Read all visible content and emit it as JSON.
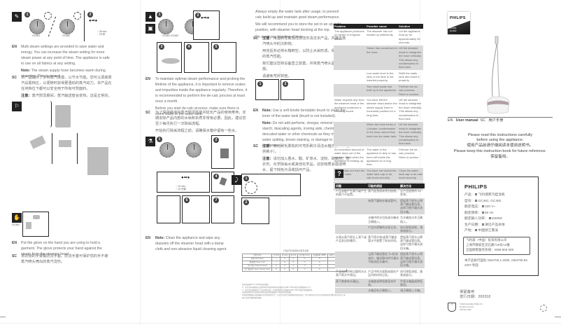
{
  "page1": {
    "step_captions": {
      "model_a": "GC481",
      "model_b": "GC482",
      "timer": "~ 25 sec.",
      "timer_cn": "~ 25 秒"
    },
    "steam_settings": {
      "en_label": "EN",
      "en_text": "Multi steam settings are provided to save water and energy. You can increase the steam setting for more steam power at any point of time. The appliance is safe to use on all fabrics at any setting.",
      "en_note_label": "Note:",
      "en_note": "The steam supply hose becomes warm during steaming. This is normal.",
      "sc_label": "SC",
      "sc_text": "本产品提供了多档蒸汽设置，以节水节能。您可以调高蒸汽设置档位，以便随时获得更强劲的蒸汽动力。本产品在任何档位下都可以安全用于所有可熨面料。",
      "sc_note_label": "注意：",
      "sc_note": "蒸汽熨烫期间，蒸汽输送管会变热，这是正常的。"
    },
    "glove": {
      "model_label": "GC481",
      "en_label": "EN",
      "en_text": "Put the glove on the hand you are using to hold a garment. The glove protects your hand against the steam from the steamer head.",
      "sc_label": "SC",
      "sc_text": "将衣物的手要戴防烫手套。防烫手套可保护您的手不被蒸汽喷头喷出的蒸汽烫伤。"
    }
  },
  "page2": {
    "step_captions": {
      "model_a": "GC481",
      "model_b": "GC482",
      "timer": "~ 10 min.",
      "timer_cn": "~ 10 分钟"
    },
    "descale": {
      "en_label": "EN",
      "en_text": "To maintain optimal steam performance and prolong the lifetime of the appliance, it is important to remove scales and impurities inside the appliance regularly. Therefore, it is recommended to perform the de-calc process at least once a month.",
      "en_text2": "Before you start de-calc process, make sure there is some water in the water tank.",
      "sc_label": "SC",
      "sc_text": "为了保持最佳的蒸汽熨烫性能并延长产品的使用寿命，定期去除产品内部的水垢和杂质非常有必要。因此，建议您至少每月执行一次除垢流程。",
      "sc_text2": "开始执行除垢流程之前，请确保水箱中留有一些水。"
    },
    "clean_note": {
      "en_label": "EN",
      "en_note_label": "Note:",
      "en_text": "Clean the appliance and wipe any deposits off the steamer head with a damp cloth and non-abrasive liquid cleaning agent."
    }
  },
  "page3": {
    "storage": {
      "en_text1": "Always empty the water tank after usage, to prevent calc build-up and maintain good steam performance.",
      "en_text2": "We will recommend you to store the set in an up-right position, with steamer head docking at the top.",
      "en_text3": "Do avoid any bending of hose.",
      "sc_label": "SC",
      "sc_note_label": "注意：",
      "sc_text1": "用温和非腐蚀性清洁剂清洁本产品，并擦去蒸汽喷头中的沉积物。",
      "sc_text2": "用完后务必将水箱倒空，以防止水垢形成，保持良好的蒸汽性能。",
      "sc_text3": "我们建议您将设备直立放置，并将蒸汽喷头固定在顶部。",
      "sc_text4": "请避免弯折软管。"
    },
    "tank_note": {
      "en_label": "EN",
      "note_label": "Note:",
      "en_text1": "Use a soft bristle bendable brush to clean the inner of the water tank (brush is not included).",
      "en_text2": "Do not add perfume, vinegar, mineral water, starch, descaling agents, ironing aids, chemically descaled water or other chemicals as they may cause water spitting, brown staining, or damage to your appliance.",
      "sc_label": "SC",
      "sc_note_label": "注意：",
      "sc_text1": "使用刷毛柔软的可弯折刷子清洁水箱内部（不提供刷子）。",
      "sc_text2": "请勿加入香水、醋、矿泉水、淀粉、除垢剂、熨衣剂、化学除垢水或其他化学品，这些物质会造成喷水、留下棕色污渍或损坏产品。"
    },
    "hazard_table": {
      "title": "产品中有害物质的名称及含量",
      "headers": [
        "部件名称",
        "铅 (Pb)",
        "汞 (Hg)",
        "镉 (Cd)",
        "六价铬 (Cr6+)",
        "多溴联苯 (PBB)",
        "多溴二苯醚 (PBDE)"
      ],
      "rows": [
        {
          "part": "主体 Main Body",
          "values": [
            "x",
            "O",
            "O",
            "O",
            "O",
            "O"
          ]
        },
        {
          "part": "电源线 Power Cord",
          "values": [
            "x",
            "O",
            "O",
            "O",
            "O",
            "O"
          ]
        },
        {
          "part": "蒸汽喷头 Steamer Head",
          "values": [
            "O",
            "O",
            "O",
            "O",
            "O",
            "O"
          ]
        },
        {
          "part": "蒸汽输送管 Steam Supply Hose",
          "values": [
            "O",
            "O",
            "O",
            "O",
            "O",
            "O"
          ]
        }
      ],
      "footnote1": "本表格依据SJ/T 11364的规定编制。",
      "footnote2": "O：表示该有害物质在该部件所有均质材料中的含量均在GB/T 26572规定的限量要求以下。",
      "footnote3": "X：表示该有害物质至少在该部件的某一均质材料中的含量超出GB/T 26572规定的限量要求。",
      "footnote4": "本表格提供的信息是基于供应商提供的数据及飞利浦的检测结果。",
      "footnote5": "环保使用期限标识是根据在正常使用条件下，产品不会发生有害物质泄漏或突变，用户使用该产品不会对环境造成严重污染或对其人身、财产造成严重损害的期限。"
    }
  },
  "troubleshooting_en": {
    "headers": [
      "Problem",
      "Possible cause",
      "Solution"
    ],
    "rows": [
      {
        "problem": "The appliance produces no steam or irregular steam.",
        "cause": "The steamer has not heated up sufficiently.",
        "solution": "Let the appliance heat up for approximately 45 seconds.",
        "shaded": false
      },
      {
        "problem": "",
        "cause": "Steam has condensed in the hose.",
        "solution": "Lift the steamer head to straighten the hose vertically. This allows any condensation to flow back.",
        "shaded": true
      },
      {
        "problem": "",
        "cause": "Low water level in the tank or the tank is not inserted properly.",
        "solution": "Refill the water tank and insert it properly.",
        "shaded": false
      },
      {
        "problem": "",
        "cause": "Two much scale has built up in the appliance.",
        "solution": "Perform the de-calc process. Refer to section.",
        "shaded": true
      },
      {
        "problem": "Water droplets drip from the steamer head or the appliance produces a croaking sound.",
        "cause": "You have left the steamer head and/or the steam supply hose in horizontal position for a long time.",
        "solution": "Lift the steamer head to straighten the hose vertically. This allows any condensation to flow back.",
        "shaded": false
      },
      {
        "problem": "",
        "cause": "When the hose forms a U-shape, condensation in the hose cannot flow back into the water tank.",
        "solution": "Lift the steamer head to straighten the hose vertically. This allows any condensation to flow back.",
        "shaded": true
      },
      {
        "problem": "An excessive amount of water drips out of the steamer head when the appliance is heating up.",
        "cause": "The water in the appliance is dirty or has been left inside the appliance for a long time.",
        "solution": "Perform the de-calc process. Refer to section.",
        "shaded": false
      },
      {
        "problem": "Water leaks out from the steamer base.",
        "cause": "You have not closed the water tank cap or de-calc knob securely.",
        "solution": "Close the water tank cap or de-calc knob securely.",
        "shaded": true
      },
      {
        "problem": "",
        "cause": "The water tank is not inserted properly.",
        "solution": "Insert the tank properly.",
        "shaded": true
      }
    ]
  },
  "troubleshooting_cn": {
    "badge": "?",
    "headers": [
      "问题",
      "可能的原因",
      "解决方法"
    ],
    "rows": [
      {
        "problem": "产品未能产生蒸汽或产生的蒸汽不连贯。",
        "cause": "蒸汽挂烫机未充分加热。",
        "solution": "让产品加热约 45 秒钟。",
        "shaded": false
      },
      {
        "problem": "",
        "cause": "有蒸汽凝结在输送管中。",
        "solution": "提起蒸汽喷头以将蒸汽输送管拉直。这样可使冷凝水流回水箱。",
        "shaded": true
      },
      {
        "problem": "",
        "cause": "水箱中的水位低或水箱未正确插入。",
        "solution": "为水箱加水并正确插入。",
        "shaded": false
      },
      {
        "problem": "",
        "cause": "产品内积聚的水垢太多。",
        "solution": "执行除垢流程，请参阅部分。",
        "shaded": true
      },
      {
        "problem": "水滴从蒸汽喷头上滴下或产品发出咕噜声。",
        "cause": "蒸汽喷头和/或蒸汽输送管水平放置了较长时间。",
        "solution": "提起蒸汽喷头以将蒸汽输送管拉直。这样可使冷凝水流回水箱。",
        "shaded": false
      },
      {
        "problem": "",
        "cause": "当蒸汽输送管处于U形状态时，输送管内的冷凝水不能流回水箱中。",
        "solution": "提起蒸汽喷头以将蒸汽输送管拉直。这样可使冷凝水流回水箱。",
        "shaded": true
      },
      {
        "problem": "产品加热时有过量的水从蒸汽喷头中滴出。",
        "cause": "产品中的水变脏或留在产品内的时间过长。",
        "solution": "执行除垢流程，请参阅部分。",
        "shaded": false
      },
      {
        "problem": "蒸汽底座有水漏出。",
        "cause": "水箱盖或除垢旋钮未拧紧。",
        "solution": "拧紧水箱盖或除垢旋钮。",
        "shaded": true
      },
      {
        "problem": "",
        "cause": "水箱没有正确插入。",
        "solution": "请正确插入水箱。",
        "shaded": true
      }
    ]
  },
  "cover": {
    "brand": "PHILIPS",
    "models": [
      "GC481",
      "GC482"
    ],
    "um_en_label": "EN",
    "um_en": "User manual",
    "um_sc_label": "SC",
    "um_sc": "用户手册",
    "instr1": "Please read this instructions carefully",
    "instr2": "before using the appliance.",
    "instr3": "使用产品前请仔细阅读本使用说明书。",
    "instr4": "Please keep this instruction book for future reference.",
    "instr5": "保留备用。"
  },
  "spec": {
    "brand": "PHILIPS",
    "rows": [
      {
        "label": "产品：",
        "value": "飞利浦蒸汽挂烫机"
      },
      {
        "label": "型号：",
        "value": "GC481, GC482"
      },
      {
        "label": "额定电压：",
        "value": "220 V~"
      },
      {
        "label": "额定频率：",
        "value": "50 Hz"
      },
      {
        "label": "额定输入功率：",
        "value": "1600W"
      },
      {
        "label": "生产日期：",
        "value": "请见产品本体"
      },
      {
        "label": "产地：",
        "value": "中国浙江慈溪"
      }
    ],
    "company": "飞利浦（中国）投资有限公司",
    "address": "上海市静安区灵石路718号A1幢",
    "hotline": "全国顾客服务热线：4008 800 008",
    "standard": "本产品执行国标 GB4706.1-2005, GB4706.84-2007 制造",
    "keep": "保留备用",
    "issue_date": "发行日期：200318",
    "copyright1": "©2018 Koninklijke Philips N.V.",
    "copyright2": "All rights reserved.",
    "copyright3": "4239 001 0002"
  }
}
